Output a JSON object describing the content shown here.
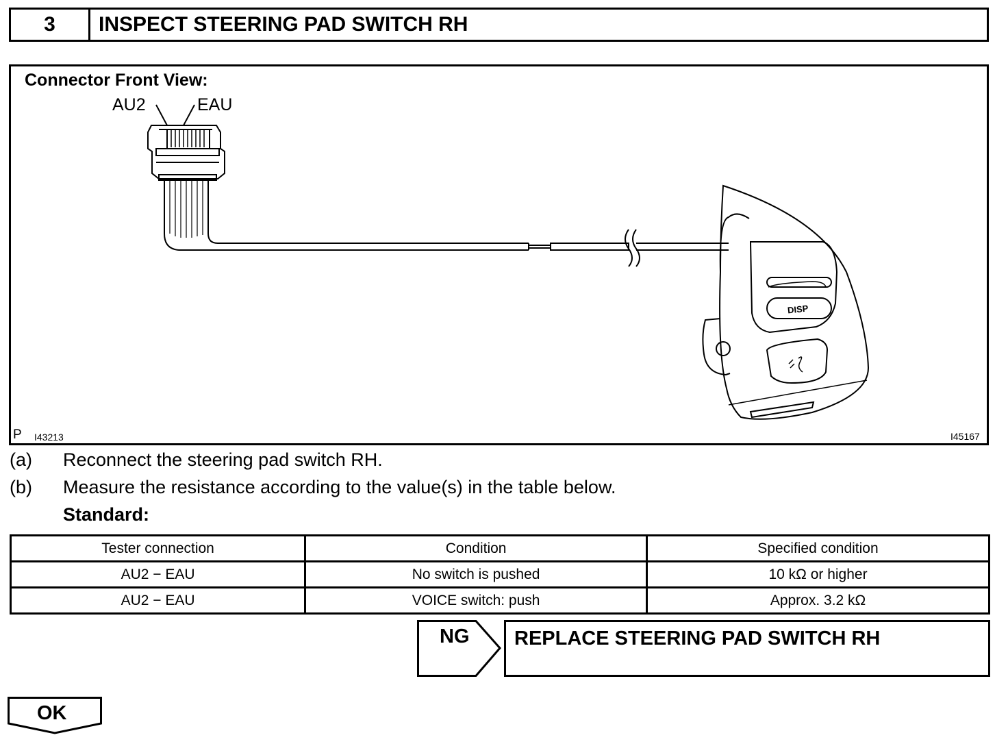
{
  "step": {
    "number": "3",
    "title": "INSPECT STEERING PAD SWITCH RH"
  },
  "figure": {
    "caption": "Connector Front View:",
    "terminal_left": "AU2",
    "terminal_right": "EAU",
    "button_disp": "DISP",
    "corner_mark": "P",
    "code_left": "I43213",
    "code_right": "I45167"
  },
  "instructions": [
    {
      "mark": "(a)",
      "text": "Reconnect the steering pad switch RH."
    },
    {
      "mark": "(b)",
      "text": "Measure the resistance according to the value(s) in the table below."
    }
  ],
  "standard_label": "Standard:",
  "table": {
    "headers": [
      "Tester connection",
      "Condition",
      "Specified condition"
    ],
    "rows": [
      [
        "AU2 − EAU",
        "No switch is pushed",
        "10 kΩ or higher"
      ],
      [
        "AU2 − EAU",
        "VOICE switch: push",
        "Approx. 3.2 kΩ"
      ]
    ]
  },
  "ng": {
    "label": "NG",
    "action": "REPLACE STEERING PAD SWITCH RH"
  },
  "ok": {
    "label": "OK"
  }
}
